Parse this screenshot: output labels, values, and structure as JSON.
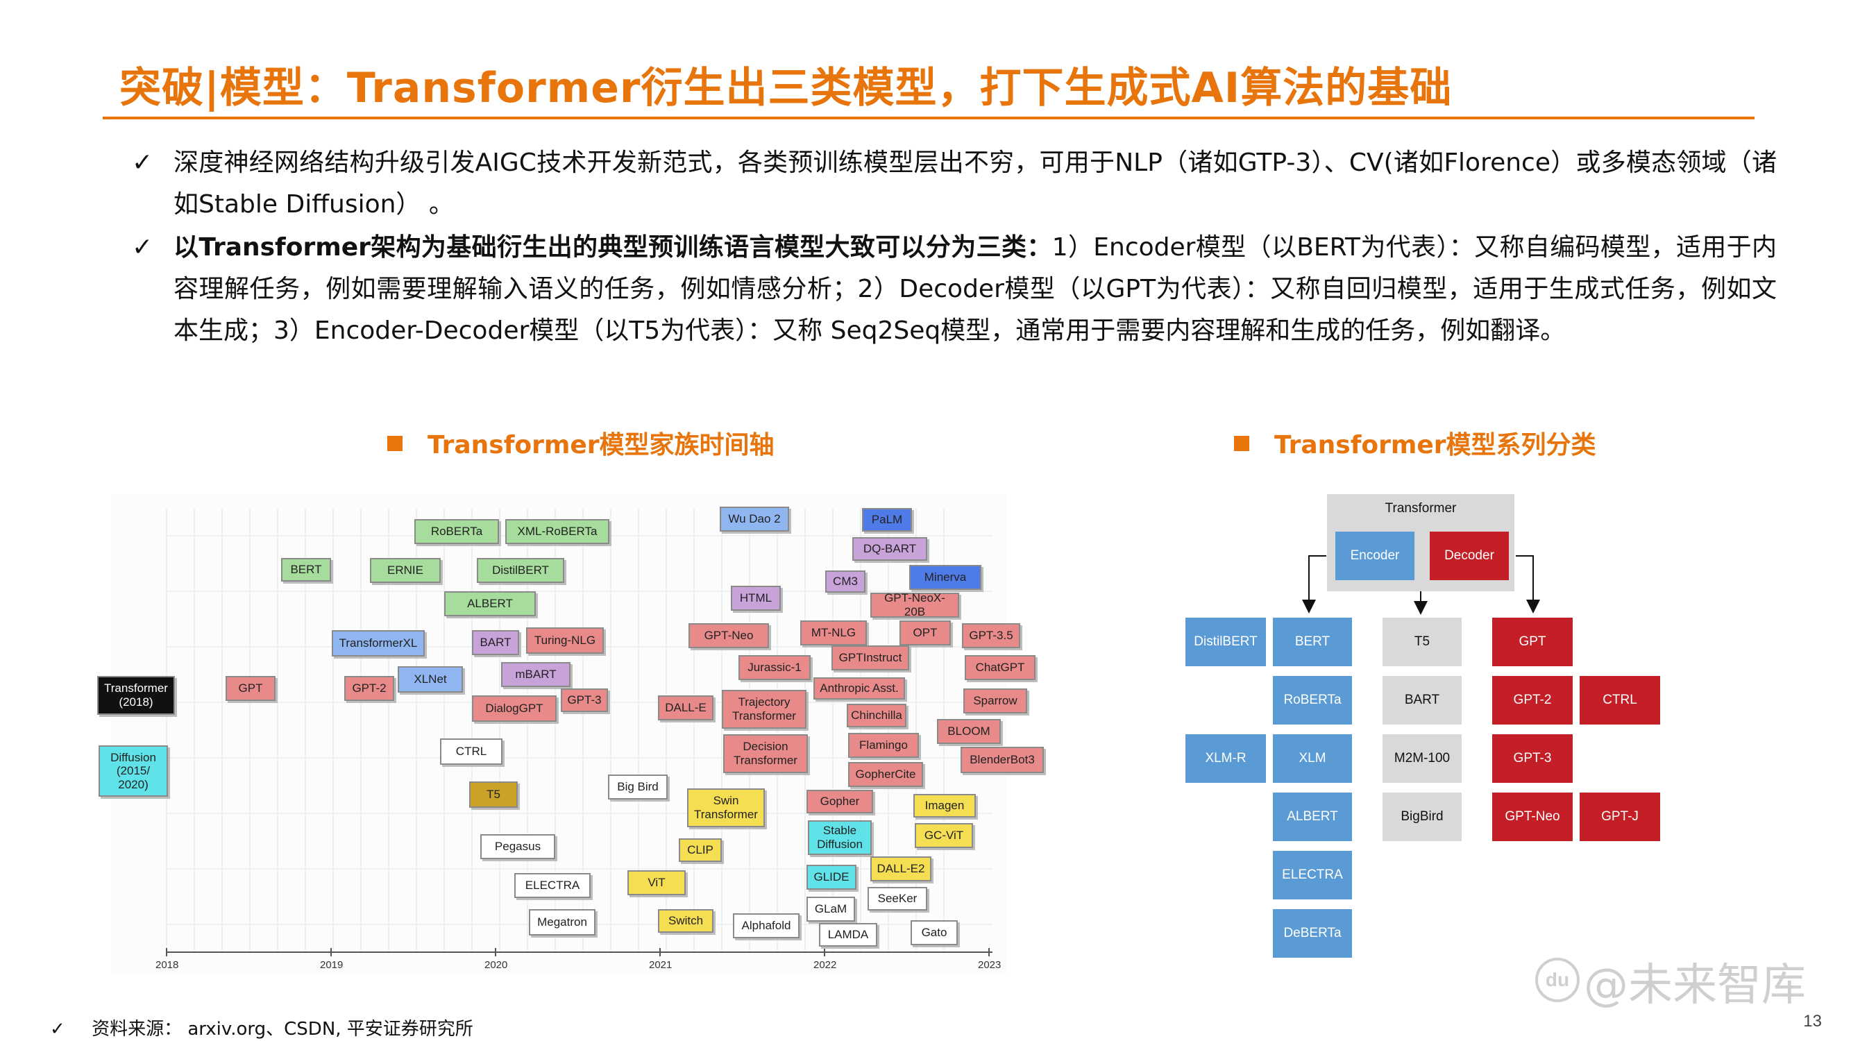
{
  "title": "突破|模型：Transformer衍生出三类模型，打下生成式AI算法的基础",
  "bullets": [
    {
      "check": "✓",
      "text": "深度神经网络结构升级引发AIGC技术开发新范式，各类预训练模型层出不穷，可用于NLP（诸如GTP-3）、CV(诸如Florence）或多模态领域（诸如Stable Diffusion） 。"
    },
    {
      "check": "✓",
      "bold": "以Transformer架构为基础衍生出的典型预训练语言模型大致可以分为三类：",
      "text": "1）Encoder模型（以BERT为代表）：又称自编码模型，适用于内容理解任务，例如需要理解输入语义的任务，例如情感分析；2）Decoder模型（以GPT为代表）：又称自回归模型，适用于生成式任务，例如文本生成；3）Encoder-Decoder模型（以T5为代表）：又称 Seq2Seq模型，通常用于需要内容理解和生成的任务，例如翻译。"
    }
  ],
  "left_section": {
    "title": "Transformer模型家族时间轴"
  },
  "right_section": {
    "title": "Transformer模型系列分类"
  },
  "timeline": {
    "years": [
      "2018",
      "2019",
      "2020",
      "2021",
      "2022",
      "2023"
    ],
    "models": [
      {
        "label": "RoBERTa",
        "color": "green"
      },
      {
        "label": "XML-RoBERTa",
        "color": "green"
      },
      {
        "label": "Wu Dao 2",
        "color": "blue"
      },
      {
        "label": "PaLM",
        "color": "royal"
      },
      {
        "label": "BERT",
        "color": "green"
      },
      {
        "label": "ERNIE",
        "color": "green"
      },
      {
        "label": "DistilBERT",
        "color": "green"
      },
      {
        "label": "DQ-BART",
        "color": "purple"
      },
      {
        "label": "Minerva",
        "color": "royal"
      },
      {
        "label": "CM3",
        "color": "purple"
      },
      {
        "label": "ALBERT",
        "color": "green"
      },
      {
        "label": "HTML",
        "color": "purple"
      },
      {
        "label": "GPT-NeoX-20B",
        "color": "red"
      },
      {
        "label": "TransformerXL",
        "color": "blue"
      },
      {
        "label": "BART",
        "color": "purple"
      },
      {
        "label": "Turing-NLG",
        "color": "red"
      },
      {
        "label": "GPT-Neo",
        "color": "red"
      },
      {
        "label": "MT-NLG",
        "color": "red"
      },
      {
        "label": "OPT",
        "color": "red"
      },
      {
        "label": "GPT-3.5",
        "color": "red"
      },
      {
        "label": "GPTInstruct",
        "color": "red"
      },
      {
        "label": "Jurassic-1",
        "color": "red"
      },
      {
        "label": "ChatGPT",
        "color": "red"
      },
      {
        "label": "Transformer (2018)",
        "color": "black"
      },
      {
        "label": "GPT",
        "color": "red"
      },
      {
        "label": "GPT-2",
        "color": "red"
      },
      {
        "label": "XLNet",
        "color": "blue"
      },
      {
        "label": "mBART",
        "color": "purple"
      },
      {
        "label": "Anthropic Asst.",
        "color": "red"
      },
      {
        "label": "GPT-3",
        "color": "red"
      },
      {
        "label": "DialogGPT",
        "color": "red"
      },
      {
        "label": "DALL-E",
        "color": "red"
      },
      {
        "label": "Trajectory Transformer",
        "color": "red"
      },
      {
        "label": "Sparrow",
        "color": "red"
      },
      {
        "label": "Chinchilla",
        "color": "red"
      },
      {
        "label": "BLOOM",
        "color": "red"
      },
      {
        "label": "Diffusion (2015/ 2020)",
        "color": "cyan"
      },
      {
        "label": "CTRL",
        "color": "white"
      },
      {
        "label": "Decision Transformer",
        "color": "red"
      },
      {
        "label": "Flamingo",
        "color": "red"
      },
      {
        "label": "BlenderBot3",
        "color": "red"
      },
      {
        "label": "GopherCite",
        "color": "red"
      },
      {
        "label": "Big Bird",
        "color": "white"
      },
      {
        "label": "T5",
        "color": "olive"
      },
      {
        "label": "Gopher",
        "color": "red"
      },
      {
        "label": "Swin Transformer",
        "color": "yellow"
      },
      {
        "label": "Imagen",
        "color": "yellow"
      },
      {
        "label": "Stable Diffusion",
        "color": "cyan"
      },
      {
        "label": "GC-ViT",
        "color": "yellow"
      },
      {
        "label": "Pegasus",
        "color": "white"
      },
      {
        "label": "CLIP",
        "color": "yellow"
      },
      {
        "label": "DALL-E2",
        "color": "yellow"
      },
      {
        "label": "ELECTRA",
        "color": "white"
      },
      {
        "label": "ViT",
        "color": "yellow"
      },
      {
        "label": "GLIDE",
        "color": "cyan"
      },
      {
        "label": "SeeKer",
        "color": "white"
      },
      {
        "label": "GLaM",
        "color": "white"
      },
      {
        "label": "Megatron",
        "color": "white"
      },
      {
        "label": "Switch",
        "color": "yellow"
      },
      {
        "label": "Alphafold",
        "color": "white"
      },
      {
        "label": "LAMDA",
        "color": "white"
      },
      {
        "label": "Gato",
        "color": "white"
      }
    ]
  },
  "classification": {
    "root": "Transformer",
    "encoder": "Encoder",
    "decoder": "Decoder",
    "encoder_col": [
      "BERT",
      "RoBERTa",
      "XLM",
      "ALBERT",
      "ELECTRA",
      "DeBERTa"
    ],
    "encoder_side": [
      "DistilBERT",
      "XLM-R"
    ],
    "encdec_col": [
      "T5",
      "BART",
      "M2M-100",
      "BigBird"
    ],
    "decoder_col": [
      "GPT",
      "GPT-2",
      "GPT-3",
      "GPT-Neo"
    ],
    "decoder_side": [
      "CTRL",
      "GPT-J"
    ]
  },
  "footer": {
    "check": "✓",
    "source": "资料来源： arxiv.org、CSDN, 平安证券研究所",
    "page": "13",
    "watermark": "@未来智库",
    "watermark_logo": "du"
  }
}
